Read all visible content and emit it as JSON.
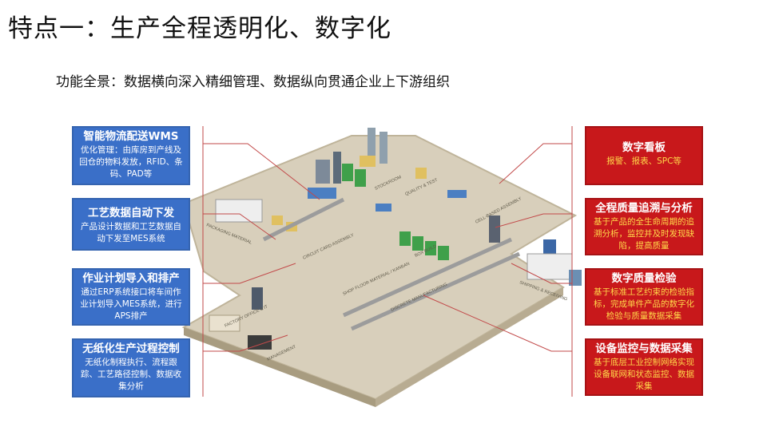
{
  "title": "特点一：生产全程透明化、数字化",
  "subtitle": "功能全景：数据横向深入精细管理、数据纵向贯通企业上下游组织",
  "left_boxes": [
    {
      "heading": "智能物流配送WMS",
      "body": "优化管理：由库房到产线及回仓的物料发放，RFID、条码、PAD等"
    },
    {
      "heading": "工艺数据自动下发",
      "body": "产品设计数据和工艺数据自动下发至MES系统"
    },
    {
      "heading": "作业计划导入和排产",
      "body": "通过ERP系统接口将车间作业计划导入MES系统，进行APS排产"
    },
    {
      "heading": "无纸化生产过程控制",
      "body": "无纸化制程执行、流程跟踪、工艺路径控制、数据收集分析"
    }
  ],
  "right_boxes": [
    {
      "heading": "数字看板",
      "body": "报警、报表、SPC等"
    },
    {
      "heading": "全程质量追溯与分析",
      "body": "基于产品的全生命周期的追溯分析，监控并及时发现缺陷，提高质量"
    },
    {
      "heading": "数字质量检验",
      "body": "基于标准工艺约束的检验指标，完成单件产品的数字化检验与质量数据采集"
    },
    {
      "heading": "设备监控与数据采集",
      "body": "基于底层工业控制网络实现设备联网和状态监控、数据采集"
    }
  ],
  "factory_labels": {
    "packaging": "PACKAGING MATERIAL",
    "stockroom": "STOCKROOM",
    "quality": "QUALITY & TEST",
    "cell": "CELL-BASED ASSEMBLY",
    "circuit": "CIRCUIT CARD ASSEMBLY",
    "box": "BOX BUILD",
    "shop": "SHOP FLOOR MATERIAL / KANBAN",
    "discrete": "DISCRETE MANUFACTURING",
    "factory_office": "FACTORY OFFICE & IT",
    "management": "MANAGEMENT",
    "shipping": "SHIPPING & RECEIVING"
  },
  "colors": {
    "blue": "#3a6fc8",
    "red": "#c8181b",
    "floor": "#c9bfa9",
    "yellow_text": "#ffd84a",
    "connector": "#c24a4a"
  }
}
